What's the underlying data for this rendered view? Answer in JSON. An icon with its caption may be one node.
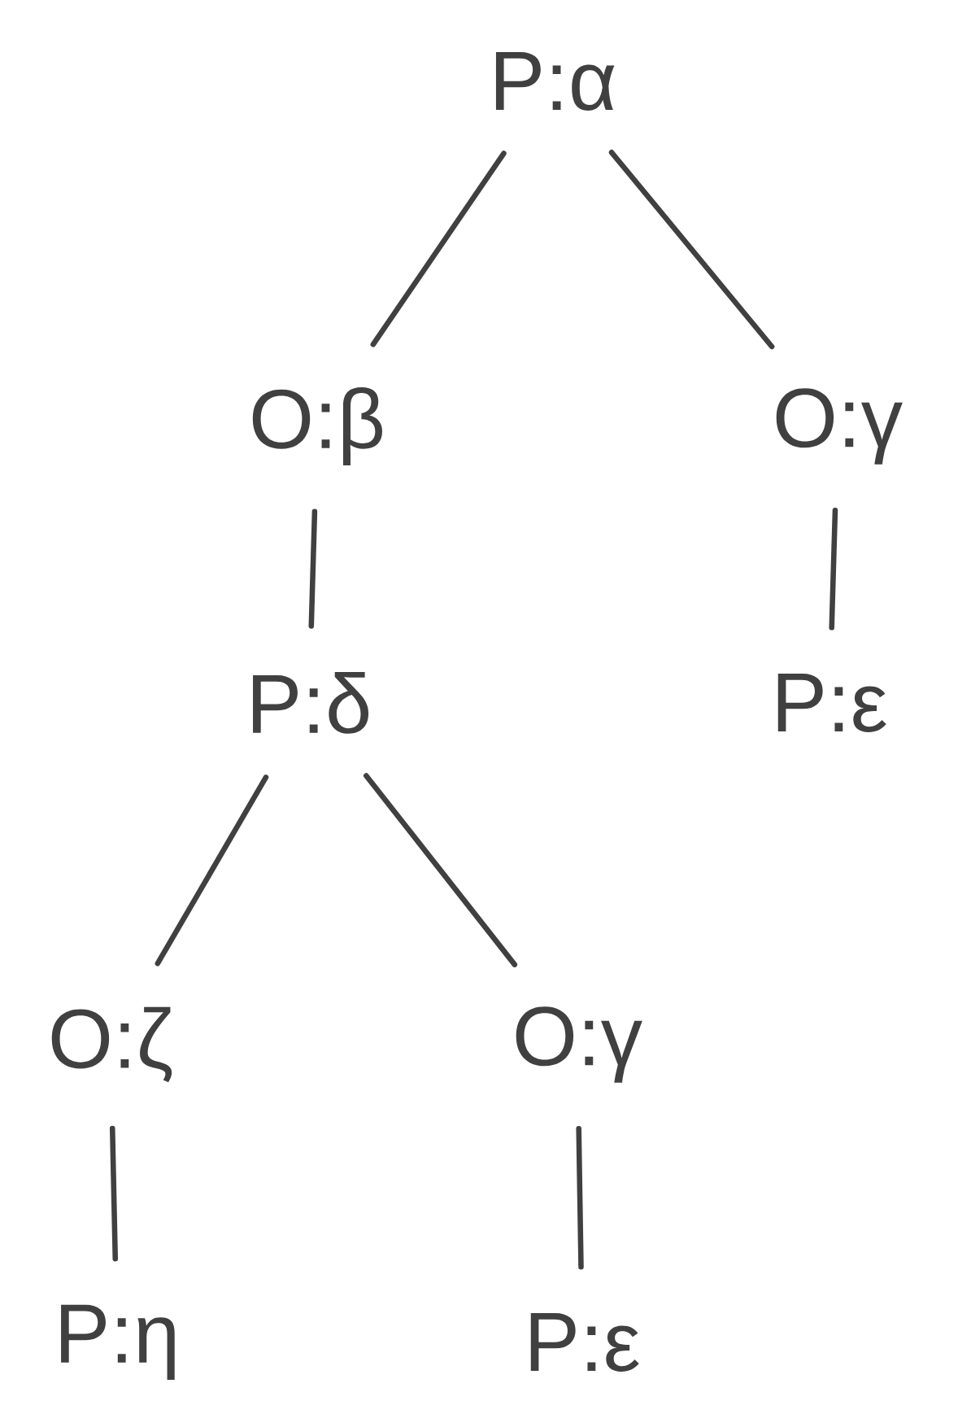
{
  "diagram": {
    "nodes": [
      {
        "text": [
          "P:α"
        ]
      },
      {
        "text": [
          "O:β"
        ]
      },
      {
        "text": [
          "O:γ"
        ]
      },
      {
        "text": [
          "P:δ"
        ]
      },
      {
        "text": [
          "P:ε"
        ]
      },
      {
        "text": [
          "O:ζ"
        ]
      },
      {
        "text": [
          "O:γ"
        ]
      },
      {
        "text": [
          "P:η"
        ]
      },
      {
        "text": [
          "P:ε"
        ]
      }
    ],
    "edges": [
      {
        "from": 0,
        "to": 1,
        "arrow": "none"
      },
      {
        "from": 0,
        "to": 2,
        "arrow": "none"
      },
      {
        "from": 1,
        "to": 3,
        "arrow": "none"
      },
      {
        "from": 2,
        "to": 4,
        "arrow": "none"
      },
      {
        "from": 3,
        "to": 5,
        "arrow": "none"
      },
      {
        "from": 3,
        "to": 6,
        "arrow": "none"
      },
      {
        "from": 5,
        "to": 7,
        "arrow": "none"
      },
      {
        "from": 6,
        "to": 8,
        "arrow": "none"
      }
    ]
  }
}
